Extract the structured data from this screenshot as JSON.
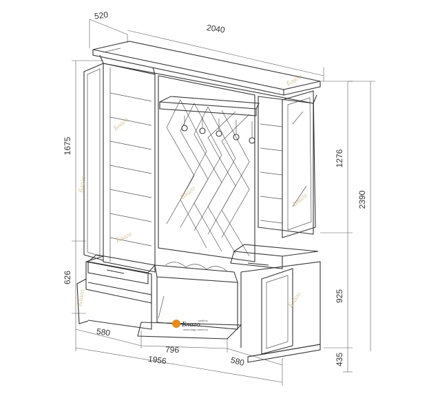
{
  "dimensions": {
    "depth": "520",
    "top_width": "2040",
    "left_upper_height": "1675",
    "left_lower_height": "626",
    "right_upper_height": "1276",
    "total_height": "2390",
    "right_lower_height": "925",
    "plinth_height": "435",
    "left_bottom_width": "580",
    "middle_width": "796",
    "total_width": "1956",
    "right_bottom_width": "580"
  },
  "watermark_text": "Благо",
  "logo": {
    "name": "Благо",
    "tagline": "мебель",
    "url": "www.blago-mebel.ru"
  },
  "colors": {
    "line": "#333333",
    "accent": "#e88a1a",
    "watermark": "#c8b37a"
  }
}
